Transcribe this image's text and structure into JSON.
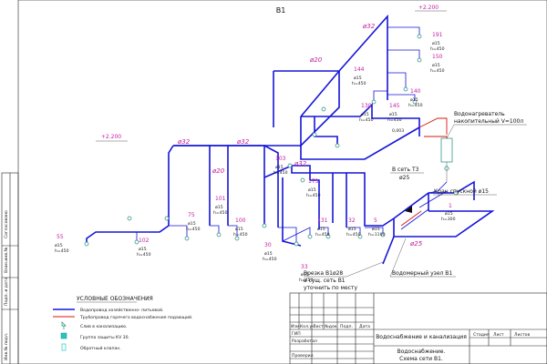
{
  "drawing": {
    "title": "B1",
    "labels": {
      "water_heater_1": "Водонагреватель",
      "water_heater_2": "накопительный V=100л",
      "to_network_1": "В сеть Т3",
      "to_network_2": "ø25",
      "drain_valve": "Кран спускной ø15",
      "insert_1": "Врезка В1ø28",
      "insert_2": "в сущ. сеть В1",
      "insert_3": "уточнить по месту",
      "meter_node": "Водомерный узел В1"
    },
    "elevations": [
      "+2.200",
      "+2.200"
    ],
    "diameters": [
      "ø32",
      "ø20",
      "ø32",
      "ø32",
      "ø20",
      "ø32",
      "ø25"
    ],
    "slope": "0,003",
    "fixtures": [
      {
        "num": "55",
        "d": "ø15",
        "h": "h=450"
      },
      {
        "num": "102",
        "d": "ø15",
        "h": "h=450"
      },
      {
        "num": "75",
        "d": "ø15",
        "h": "h=450"
      },
      {
        "num": "100",
        "d": "ø15",
        "h": "h=450"
      },
      {
        "num": "101",
        "d": "ø15",
        "h": "h=450"
      },
      {
        "num": "103",
        "d": "ø15",
        "h": "h=450"
      },
      {
        "num": "30",
        "d": "ø15",
        "h": "h=450"
      },
      {
        "num": "173",
        "d": "ø15",
        "h": "h=450"
      },
      {
        "num": "131",
        "d": "ø15",
        "h": "h=450"
      },
      {
        "num": "33",
        "d": "ø15",
        "h": "h=450"
      },
      {
        "num": "32",
        "d": "ø15",
        "h": "h=450"
      },
      {
        "num": "5",
        "d": "ø15",
        "h": "h=1100"
      },
      {
        "num": "144",
        "d": "ø15",
        "h": "h=450"
      },
      {
        "num": "130",
        "d": "ø15",
        "h": "h=450"
      },
      {
        "num": "145",
        "d": "ø15",
        "h": "h=450"
      },
      {
        "num": "140",
        "d": "ø15",
        "h": "h=450"
      },
      {
        "num": "150",
        "d": "ø15",
        "h": "h=450"
      },
      {
        "num": "191",
        "d": "ø15",
        "h": "h=450"
      },
      {
        "num": "1",
        "d": "ø15",
        "h": "h=300"
      }
    ]
  },
  "legend": {
    "title": "УСЛОВНЫЕ ОБОЗНАЧЕНИЯ",
    "items": [
      "Водопровод хозяйственно- питьевой.",
      "Трубопровод горячего водоснабжения подающий.",
      "Слив в канализацию.",
      "Группа защиты KV 30.",
      "Обратный клапан."
    ]
  },
  "side_stamp": [
    "Согласовано",
    "Взам.инв.№",
    "Подп. и дата",
    "Инв.№ подл."
  ],
  "title_block": {
    "row_labels": [
      "Изм.",
      "Кол.уч.",
      "Лист",
      "№док.",
      "Подп.",
      "Дата"
    ],
    "roles": [
      "ГИП",
      "Разработал",
      "",
      "Проверил"
    ],
    "project": "Водоснабжение и канализация",
    "sheet_name_1": "Водоснабжение.",
    "sheet_name_2": "Схема сети В1.",
    "cols": [
      "Стадия",
      "Лист",
      "Листов"
    ]
  },
  "colors": {
    "cold_water": "#1515d8",
    "hot_water": "#d81515",
    "annotation": "#c21fa0",
    "device": "#1a8a7a"
  }
}
